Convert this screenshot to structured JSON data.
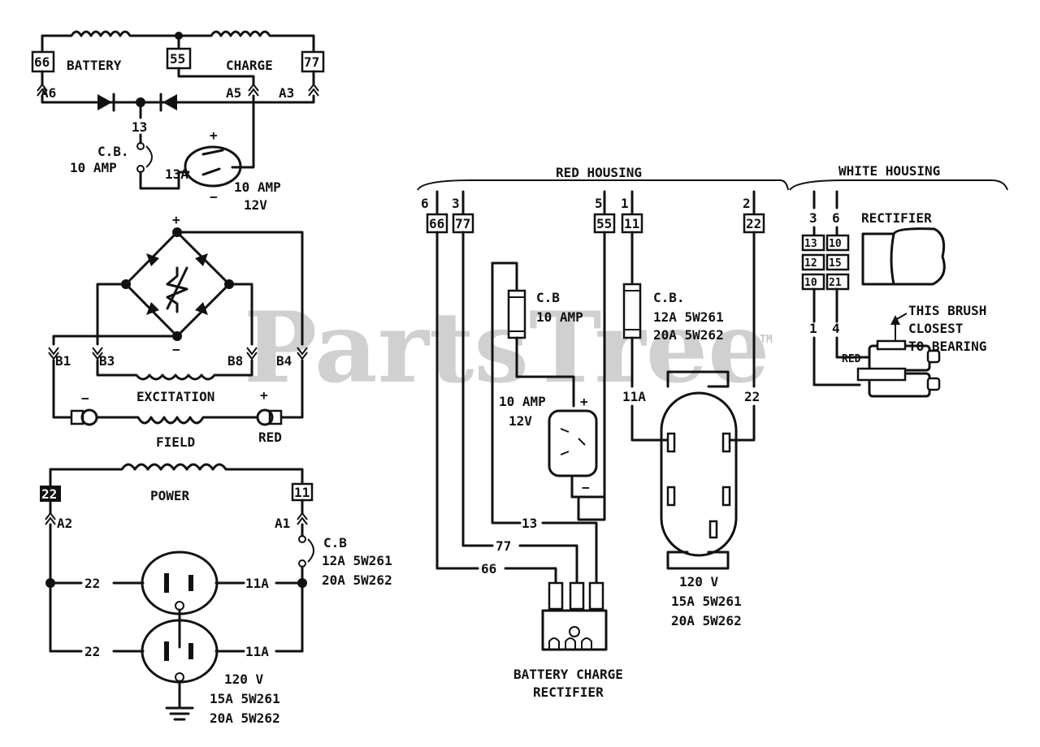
{
  "watermark": "PartsTree",
  "watermark_tm": "TM",
  "battery_charge_panel": {
    "terminal_left": "66",
    "terminal_mid": "55",
    "terminal_right": "77",
    "winding_battery": "BATTERY",
    "winding_charge": "CHARGE",
    "lead_a6": "A6",
    "lead_a5": "A5",
    "lead_a3": "A3",
    "wire_13": "13",
    "wire_13a": "13A",
    "cb_label": "C.B.",
    "cb_rating": "10 AMP",
    "plus": "+",
    "minus": "−",
    "outlet_rating": "10 AMP",
    "outlet_volts": "12V"
  },
  "excitation_panel": {
    "plus": "+",
    "minus": "−",
    "lead_b1": "B1",
    "lead_b3": "B3",
    "lead_b8": "B8",
    "lead_b4": "B4",
    "winding_excitation": "EXCITATION",
    "winding_field": "FIELD",
    "brush_minus": "−",
    "brush_plus": "+",
    "brush_red": "RED"
  },
  "power_panel": {
    "terminal_left": "22",
    "terminal_right": "11",
    "winding_power": "POWER",
    "lead_a2": "A2",
    "lead_a1": "A1",
    "cb_label": "C.B",
    "cb_rating_1": "12A 5W261",
    "cb_rating_2": "20A 5W262",
    "wire_22": "22",
    "wire_11a": "11A",
    "outlet_volts": "120 V",
    "outlet_rating_1": "15A 5W261",
    "outlet_rating_2": "20A 5W262"
  },
  "red_housing": {
    "title": "RED HOUSING",
    "pins": [
      {
        "pin": "6",
        "terminal": "66"
      },
      {
        "pin": "3",
        "terminal": "77"
      },
      {
        "pin": "5",
        "terminal": "55"
      },
      {
        "pin": "1",
        "terminal": "11"
      },
      {
        "pin": "2",
        "terminal": "22"
      }
    ],
    "cb_dc_label": "C.B",
    "cb_dc_rating": "10 AMP",
    "cb_ac_label": "C.B.",
    "cb_ac_rating_1": "12A 5W261",
    "cb_ac_rating_2": "20A 5W262",
    "dc_outlet_rating": "10 AMP",
    "dc_outlet_volts": "12V",
    "dc_plus": "+",
    "dc_minus": "−",
    "wire_11a": "11A",
    "wire_22": "22",
    "wire_13": "13",
    "wire_77": "77",
    "wire_66": "66",
    "rectifier_label_1": "BATTERY CHARGE",
    "rectifier_label_2": "RECTIFIER",
    "ac_outlet_volts": "120 V",
    "ac_outlet_rating_1": "15A 5W261",
    "ac_outlet_rating_2": "20A 5W262"
  },
  "white_housing": {
    "title": "WHITE HOUSING",
    "pin_left": "3",
    "pin_right": "6",
    "pin_bottom_left": "1",
    "pin_bottom_right": "4",
    "rectifier": "RECTIFIER",
    "terminals": [
      "13",
      "10",
      "12",
      "15",
      "10",
      "21"
    ],
    "red": "RED",
    "note_1": "THIS BRUSH",
    "note_2": "CLOSEST",
    "note_3": "TO BEARING"
  }
}
